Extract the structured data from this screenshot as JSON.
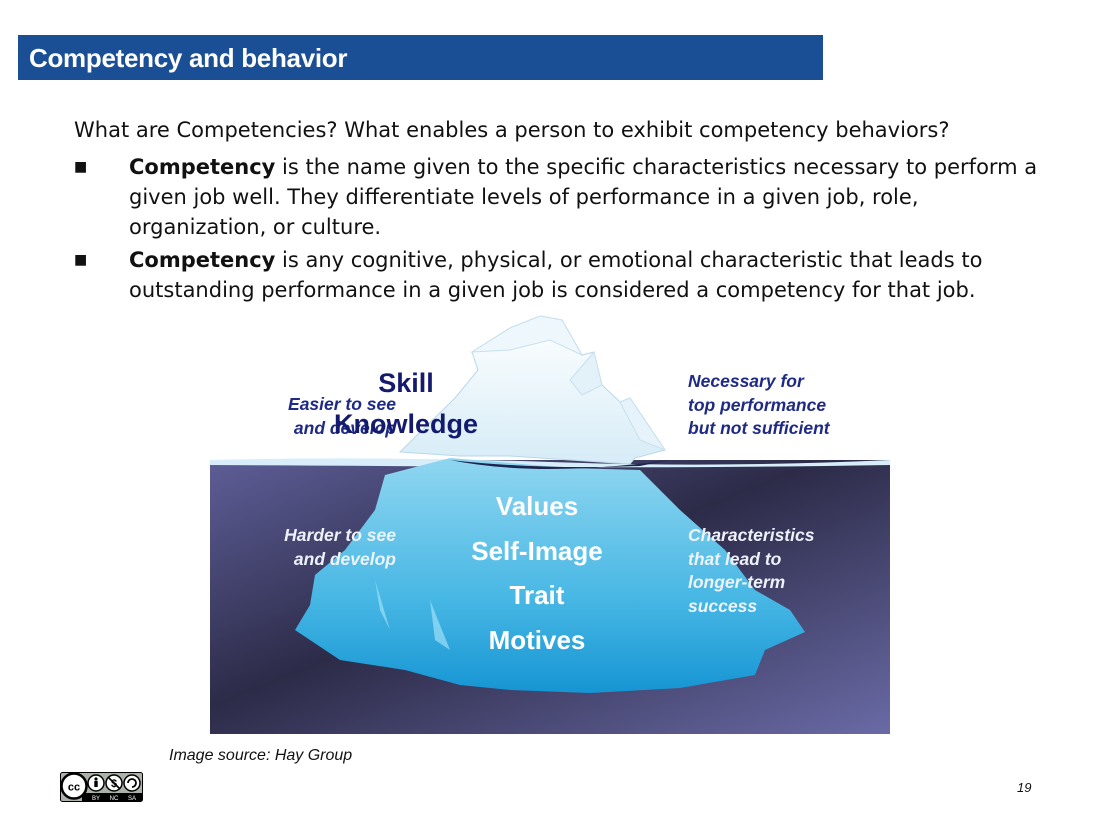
{
  "slide": {
    "title": "Competency and behavior",
    "intro": "What are Competencies? What enables a person to exhibit competency behaviors?",
    "bullets": [
      {
        "marker": "■",
        "term": "Competency",
        "text": " is the name given to the specific characteristics necessary to perform a given job well. They differentiate levels of performance in a given job, role, organization, or culture."
      },
      {
        "marker": "■",
        "term": "Competency",
        "text": " is any cognitive, physical, or emotional characteristic that leads to outstanding performance in a given job is considered a competency for that job."
      }
    ]
  },
  "iceberg": {
    "above_items": [
      "Skill",
      "Knowledge"
    ],
    "below_items": [
      "Values",
      "Self-Image",
      "Trait",
      "Motives"
    ],
    "left_above": [
      "Easier to see",
      "and develop"
    ],
    "right_above": [
      "Necessary for",
      "top performance",
      "but not sufficient"
    ],
    "left_below": [
      "Harder to see",
      "and develop"
    ],
    "right_below": [
      "Characteristics",
      "that lead to",
      "longer-term",
      "success"
    ],
    "colors": {
      "water_dark": "#2e2d4a",
      "water_light": "#6566a0",
      "ice": "#5fc3e8",
      "text_above": "#1e2a86"
    }
  },
  "footer": {
    "source": "Image source: Hay Group",
    "license_badge": "cc-by-nc-sa-icon",
    "license_text": [
      "BY",
      "NC",
      "SA"
    ],
    "page_number": "19"
  }
}
